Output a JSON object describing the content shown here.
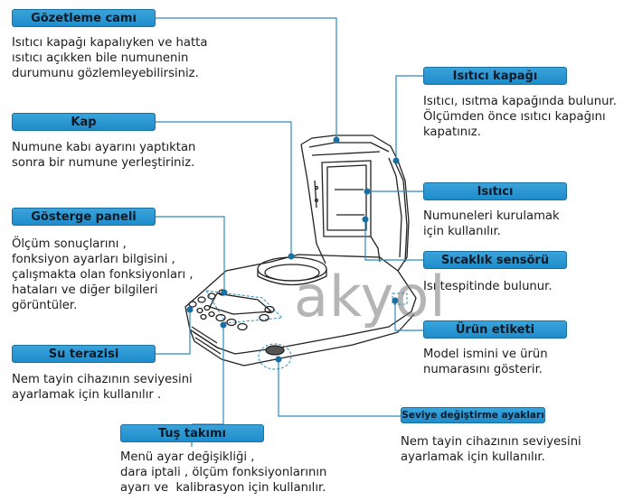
{
  "diagram": {
    "watermark": "akyol",
    "accent_color": "#1f8ccb",
    "line_color": "#2d8bbd",
    "parts": [
      {
        "id": "gozetleme",
        "label": "Gözetleme camı",
        "desc": "Isıtıcı kapağı kapalıyken ve hatta\nısıtıcı açıkken bile numunenin\ndurumunu gözlemleyebilirsiniz."
      },
      {
        "id": "kap",
        "label": "Kap",
        "desc": "Numune kabı ayarını yaptıktan\nsonra bir numune yerleştiriniz."
      },
      {
        "id": "gosterge",
        "label": "Gösterge paneli",
        "desc": "Ölçüm sonuçlarını ,\nfonksiyon ayarları bilgisini ,\nçalışmakta olan fonksiyonları ,\nhataları ve diğer bilgileri\ngörüntüler."
      },
      {
        "id": "su-terazisi",
        "label": "Su terazisi",
        "desc": "Nem tayin cihazının seviyesini\nayarlamak için kullanılır ."
      },
      {
        "id": "tus-takimi",
        "label": "Tuş takımı",
        "desc": "Menü ayar değişikliği ,\ndara iptali , ölçüm fonksiyonlarının\nayarı ve  kalibrasyon için kullanılır."
      },
      {
        "id": "isitici-kapagi",
        "label": "Isıtıcı kapağı",
        "desc": "Isıtıcı, ısıtma kapağında bulunur.\nÖlçümden önce ısıtıcı kapağını\nkapatınız."
      },
      {
        "id": "isitici",
        "label": "Isıtıcı",
        "desc": "Numuneleri kurulamak\niçin kullanılır."
      },
      {
        "id": "sicaklik",
        "label": "Sıcaklık sensörü",
        "desc": "Isı tespitinde bulunur."
      },
      {
        "id": "urun-etiketi",
        "label": "Ürün etiketi",
        "desc": "Model ismini ve ürün\nnumarasını gösterir."
      },
      {
        "id": "seviye",
        "label": "Seviye değiştirme ayakları",
        "desc": "Nem tayin cihazının seviyesini\nayarlamak için kullanılır."
      }
    ]
  }
}
